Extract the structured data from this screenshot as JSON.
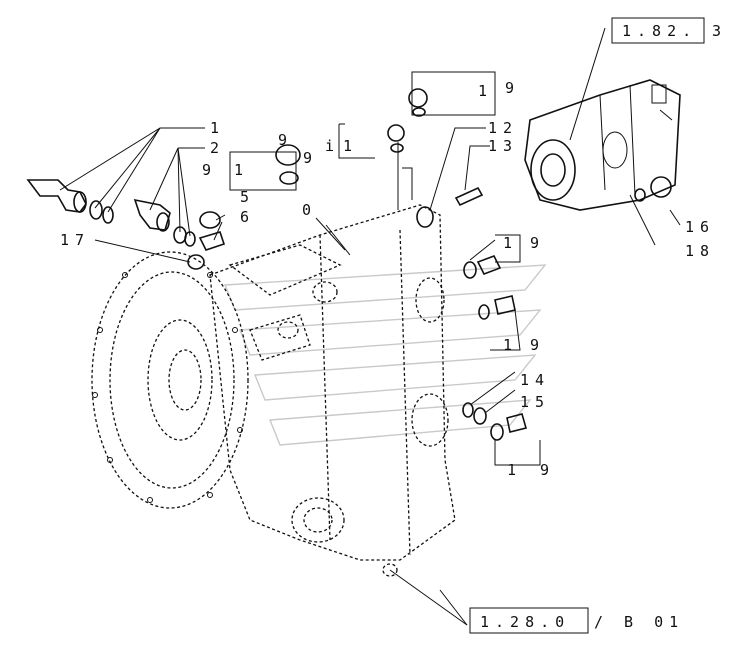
{
  "references": {
    "pump_ref_box": "1.82.",
    "pump_ref_suffix": "3",
    "transmission_ref_box": "1.28.0",
    "transmission_ref_suffix": "/ B 01"
  },
  "callouts": {
    "c1": "1",
    "c2": "2",
    "c5": "5",
    "c6": "6",
    "c17": "17",
    "c9a": "9",
    "c1a": "1",
    "c9b": "9",
    "c0": "0",
    "c9c": "9",
    "c1b": "1",
    "c1c": "1",
    "c9d": "9",
    "ci": "i",
    "c12": "12",
    "c13": "13",
    "c16": "16",
    "c18": "18",
    "c1d": "1",
    "c9e": "9",
    "c1e": "1",
    "c9f": "9",
    "c14": "14",
    "c15": "15",
    "c1f": "1",
    "c9g": "9"
  }
}
